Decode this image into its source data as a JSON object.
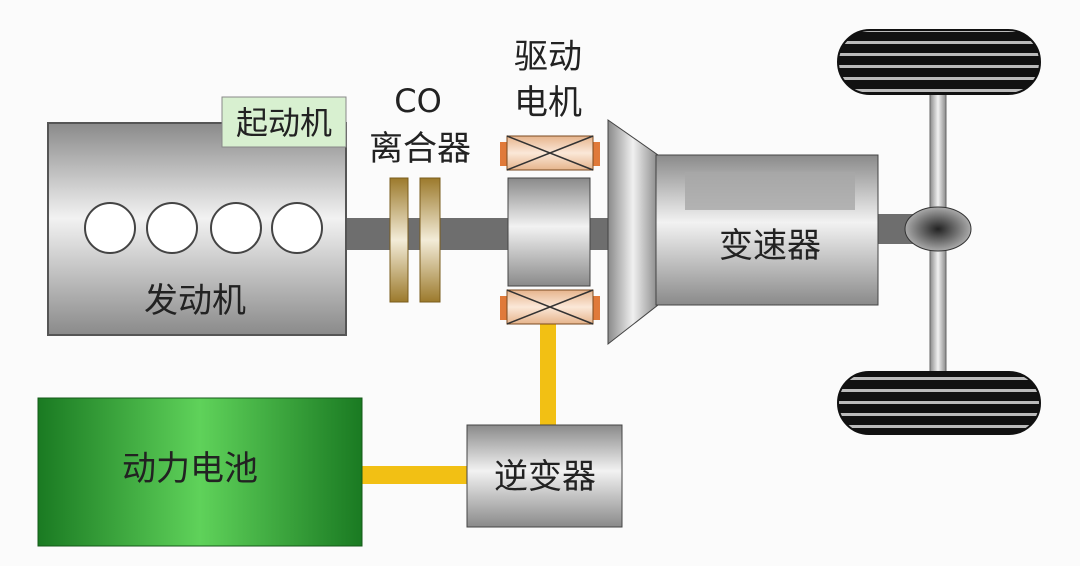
{
  "labels": {
    "engine": "发动机",
    "starter": "起动机",
    "clutch_code": "CO",
    "clutch": "离合器",
    "motor_line1": "驱动",
    "motor_line2": "电机",
    "gearbox": "变速器",
    "battery": "动力电池",
    "inverter": "逆变器"
  },
  "colors": {
    "battery_green": "#1f8f2a",
    "power_line_yellow": "#f2c014",
    "clutch_gold": "#b8963c",
    "stator_orange": "#e07a3a",
    "starter_green": "#d8f0d0"
  }
}
